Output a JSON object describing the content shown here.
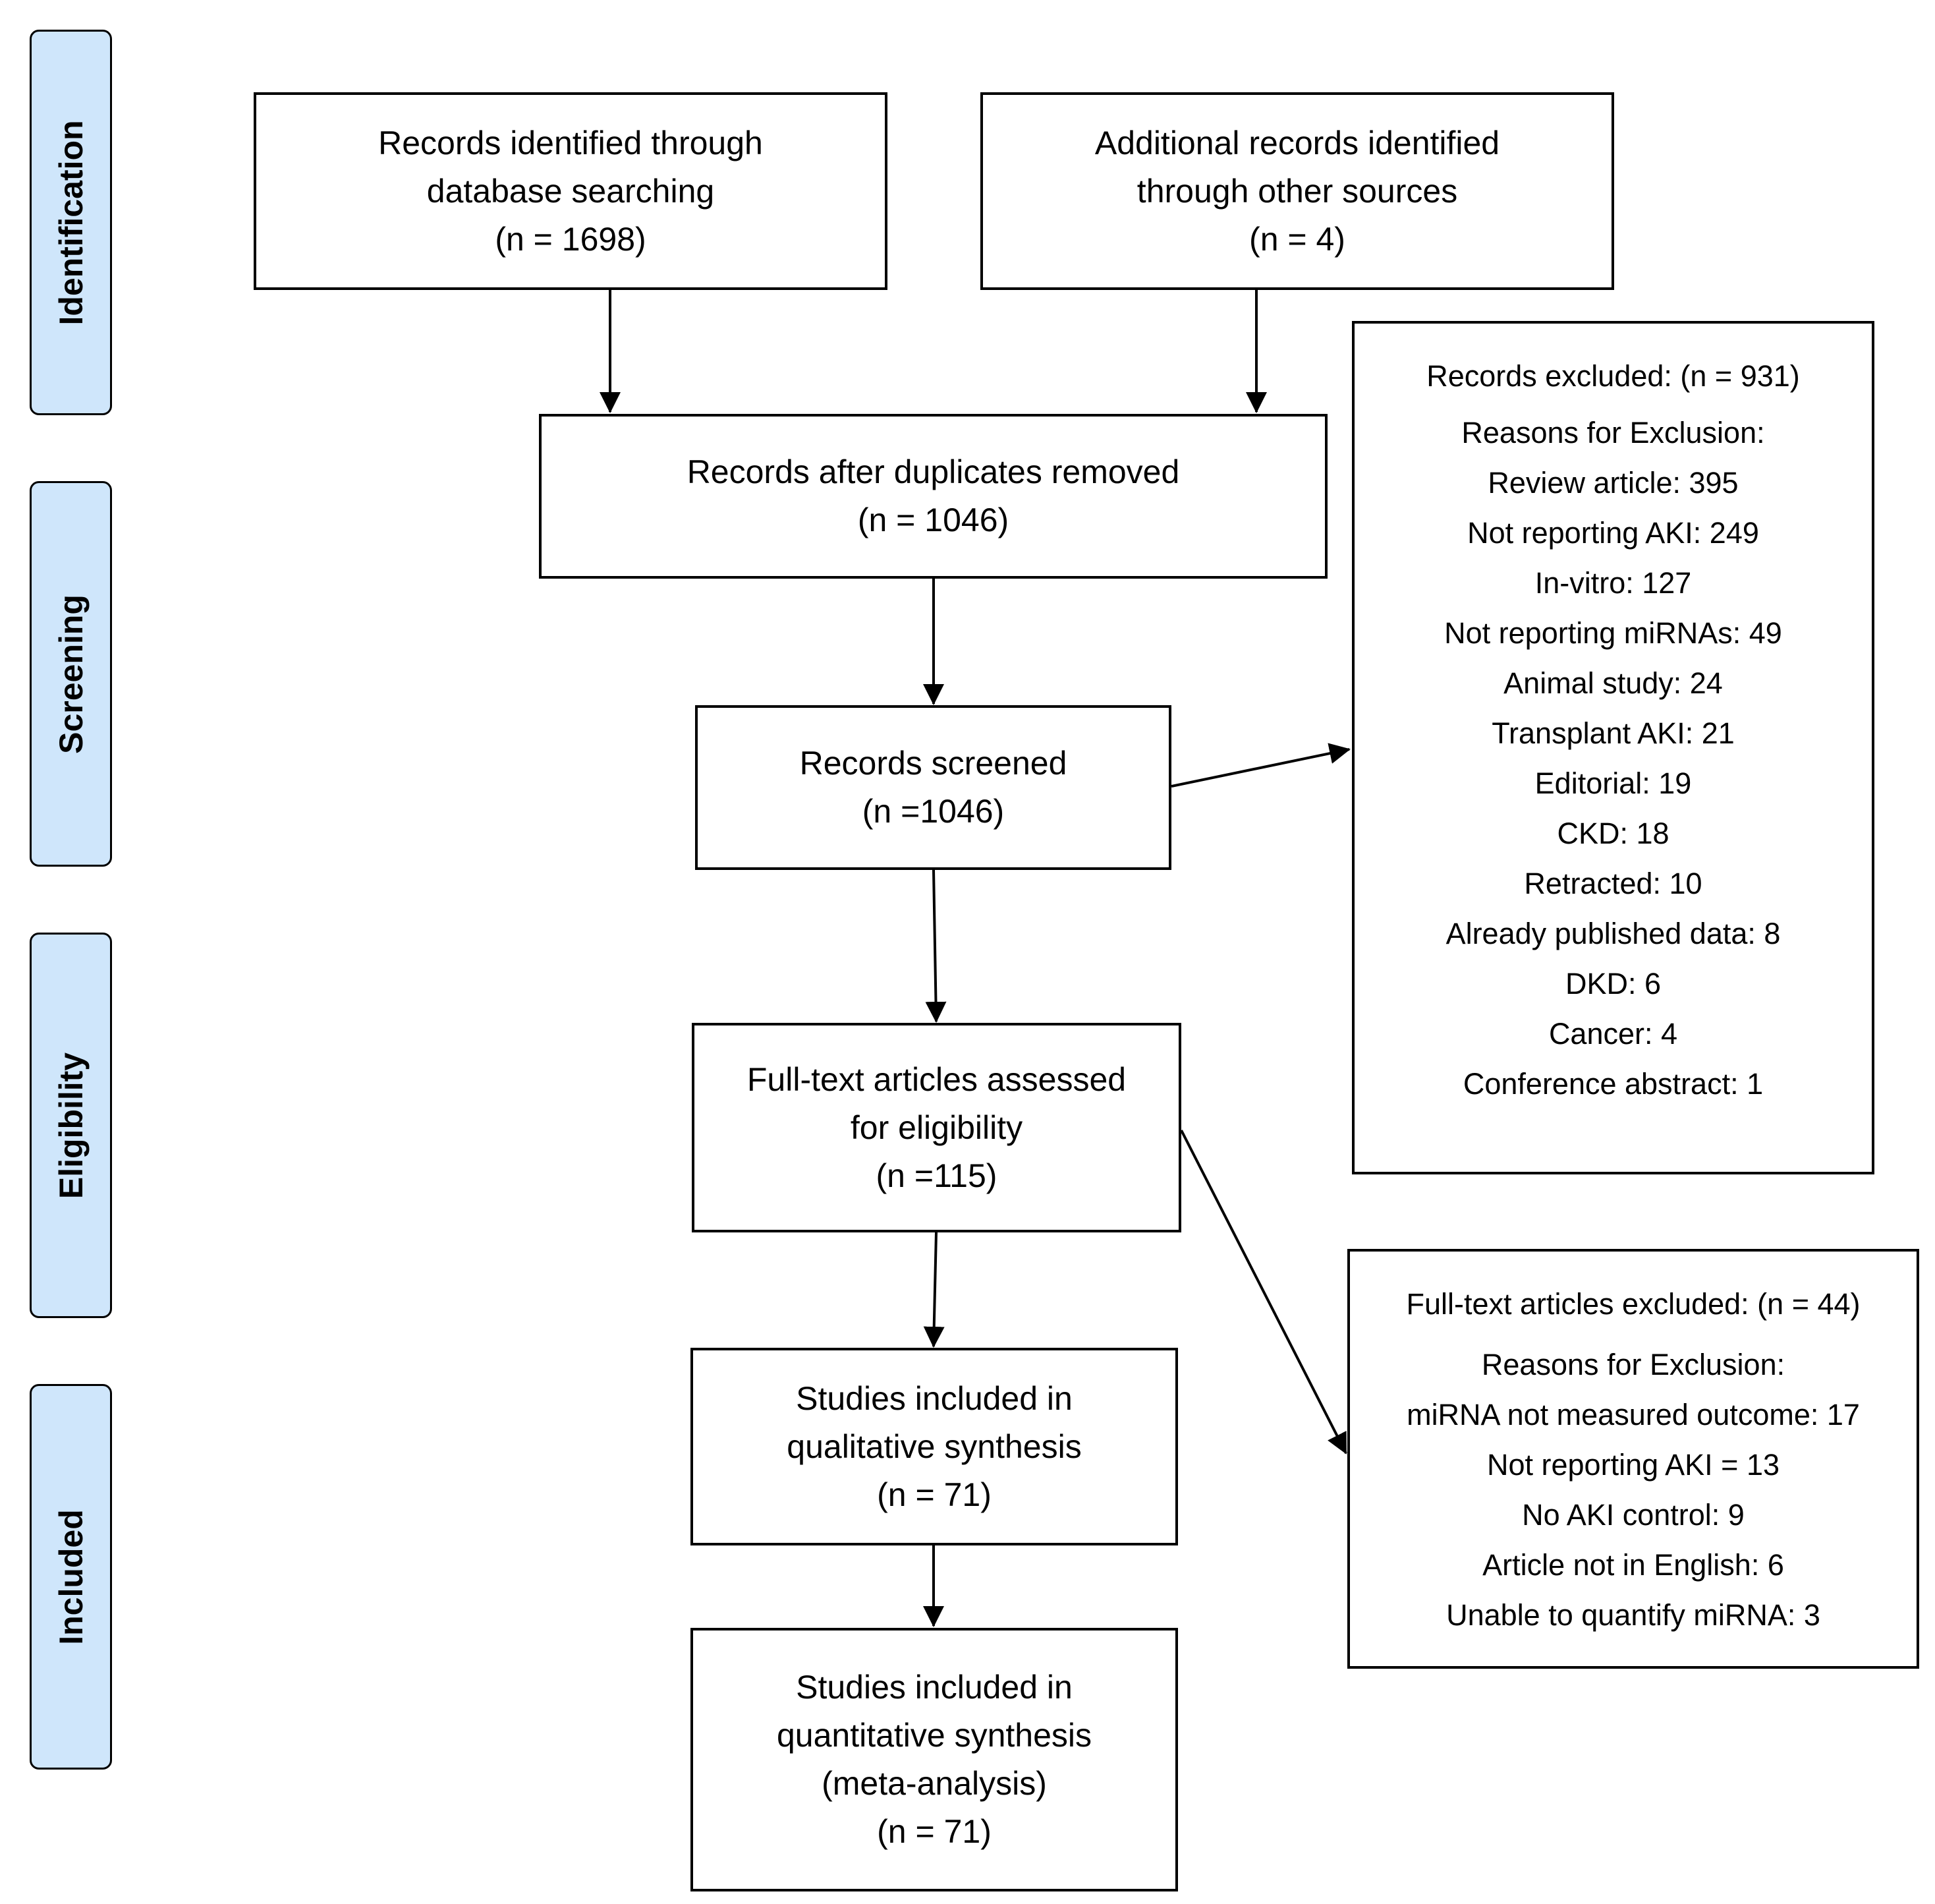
{
  "stages": [
    "Identification",
    "Screening",
    "Eligibility",
    "Included"
  ],
  "boxes": {
    "database": [
      "Records identified through",
      "database searching",
      "(n = 1698)"
    ],
    "other_sources": [
      "Additional records identified",
      "through other sources",
      "(n = 4)"
    ],
    "after_duplicates": [
      "Records after duplicates removed",
      "(n = 1046)"
    ],
    "screened": [
      "Records screened",
      "(n =1046)"
    ],
    "fulltext": [
      "Full-text articles assessed",
      "for eligibility",
      "(n =115)"
    ],
    "qualitative": [
      "Studies included in",
      "qualitative synthesis",
      "(n = 71)"
    ],
    "quantitative": [
      "Studies included in",
      "quantitative synthesis",
      "(meta-analysis)",
      "(n = 71)"
    ]
  },
  "records_excluded": {
    "title": "Records excluded: (n = 931)",
    "reasons_heading": "Reasons for Exclusion:",
    "reasons": [
      "Review article: 395",
      "Not reporting AKI: 249",
      "In-vitro: 127",
      "Not reporting miRNAs: 49",
      "Animal study: 24",
      "Transplant AKI: 21",
      "Editorial: 19",
      "CKD: 18",
      "Retracted: 10",
      "Already published data: 8",
      "DKD: 6",
      "Cancer: 4",
      "Conference abstract: 1"
    ]
  },
  "fulltext_excluded": {
    "title": "Full-text articles excluded: (n = 44)",
    "reasons_heading": "Reasons for Exclusion:",
    "reasons": [
      "miRNA not measured outcome: 17",
      "Not reporting AKI = 13",
      "No AKI control: 9",
      "Article not in English: 6",
      "Unable to quantify miRNA: 3"
    ]
  }
}
